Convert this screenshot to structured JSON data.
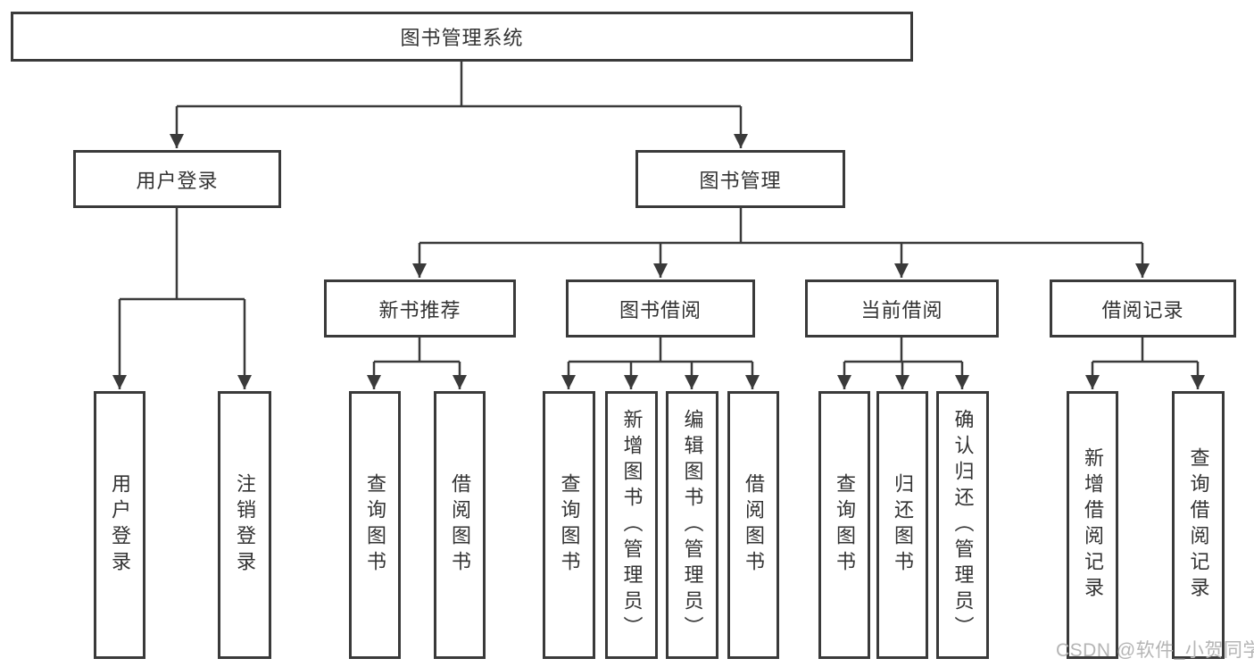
{
  "diagram": {
    "tree": {
      "root": {
        "label": "图书管理系统",
        "children": [
          {
            "label": "用户登录",
            "children": [
              {
                "label": "用户登录"
              },
              {
                "label": "注销登录"
              }
            ]
          },
          {
            "label": "图书管理",
            "children": [
              {
                "label": "新书推荐",
                "children": [
                  {
                    "label": "查询图书"
                  },
                  {
                    "label": "借阅图书"
                  }
                ]
              },
              {
                "label": "图书借阅",
                "children": [
                  {
                    "label": "查询图书"
                  },
                  {
                    "label": "新增图书（管理员）"
                  },
                  {
                    "label": "编辑图书（管理员）"
                  },
                  {
                    "label": "借阅图书"
                  }
                ]
              },
              {
                "label": "当前借阅",
                "children": [
                  {
                    "label": "查询图书"
                  },
                  {
                    "label": "归还图书"
                  },
                  {
                    "label": "确认归还（管理员）"
                  }
                ]
              },
              {
                "label": "借阅记录",
                "children": [
                  {
                    "label": "新增借阅记录"
                  },
                  {
                    "label": "查询借阅记录"
                  }
                ]
              }
            ]
          }
        ]
      }
    },
    "colors": {
      "line": "#3a3a3a",
      "text": "#333333",
      "background": "#ffffff",
      "watermark": "#b5b5b5"
    }
  },
  "watermark": {
    "text": "CSDN @软件_小贺同学"
  }
}
